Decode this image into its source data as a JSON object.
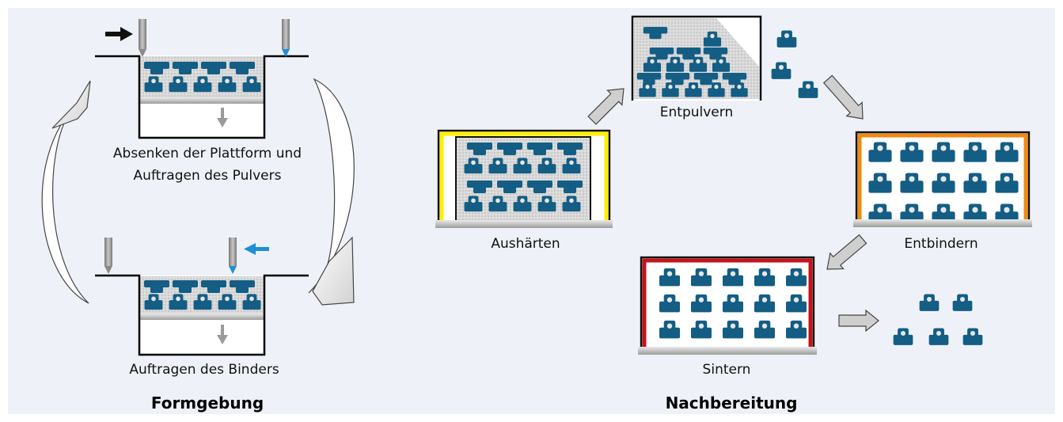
{
  "sections": {
    "left": "Formgebung",
    "right": "Nachbereitung"
  },
  "steps": {
    "lower_platform_line1": "Absenken der Plattform und",
    "lower_platform_line2": "Auftragen des Pulvers",
    "apply_binder": "Auftragen des Binders",
    "curing": "Aushärten",
    "depowdering": "Entpulvern",
    "debinding": "Entbindern",
    "sintering": "Sintern"
  },
  "colors": {
    "background": "#eef2f8",
    "part": "#145d85",
    "powder": "#dcdcdc",
    "curing_frame": "#ffee00",
    "debinding_frame": "#ee8a10",
    "sintering_frame": "#c4141c",
    "binder_nozzle": "#1e8fd6",
    "arrow_gray": "#999999",
    "arrow_black": "#111111"
  }
}
